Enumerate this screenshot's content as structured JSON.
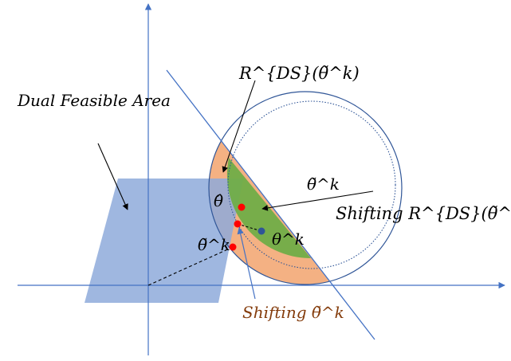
{
  "labels": {
    "dual_feasible_area": "Dual Feasible Area",
    "r_ds_theta_k": "R^{DS}(θ̃^k)",
    "shifting_r_ds": "Shifting R^{DS}(θ̃^k)",
    "shifting_theta": "Shifting θ̃^k",
    "theta_hat": "θ̂",
    "theta_tilde_k_left": "θ̃^k",
    "theta_tilde_k_circle": "θ̃^k",
    "theta_k": "θ^k"
  },
  "colors": {
    "axis": "#4472c4",
    "feasible_area": "#8eaadb",
    "orange_region": "#f4b183",
    "green_region": "#70ad47",
    "point_red": "#ff0000",
    "point_blue": "#2f5597",
    "shifting_theta_text": "#843c0c"
  }
}
